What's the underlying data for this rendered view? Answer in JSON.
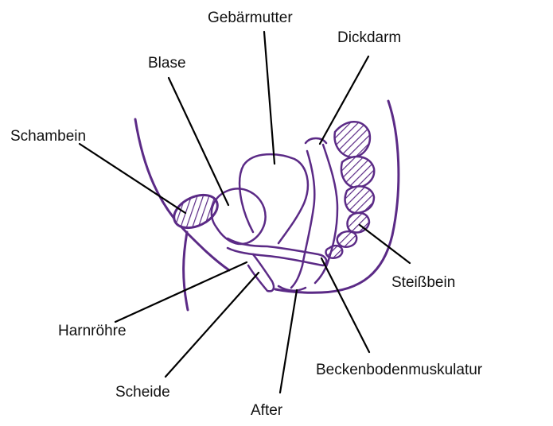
{
  "labels": {
    "gebaermutter": "Gebärmutter",
    "dickdarm": "Dickdarm",
    "blase": "Blase",
    "schambein": "Schambein",
    "steissbein": "Steißbein",
    "harnroehre": "Harnröhre",
    "beckenboden": "Beckenbodenmuskulatur",
    "scheide": "Scheide",
    "after": "After"
  },
  "colors": {
    "outline": "#5b2a86",
    "leader": "#000000"
  }
}
